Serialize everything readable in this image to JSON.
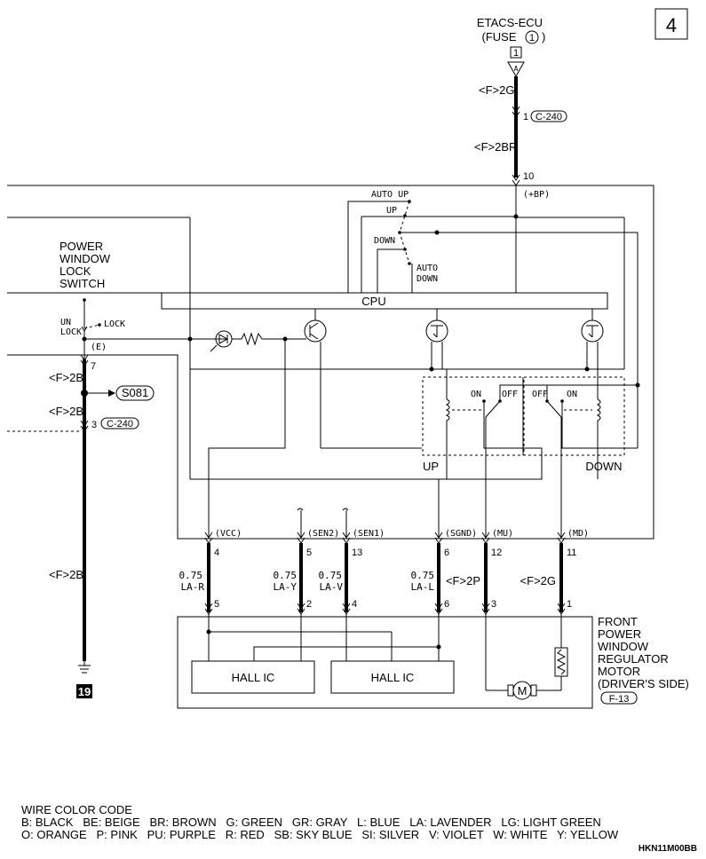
{
  "page_number": "4",
  "top": {
    "ecu": "ETACS-ECU",
    "fuse": "(FUSE",
    "fuse_num": "1",
    "fuse_close": ")",
    "terminal": "1",
    "terminal_letter": "A"
  },
  "wires": {
    "top1": "<F>2G",
    "c240_top": "1",
    "c240_label": "C-240",
    "top2": "<F>2BR",
    "pin10": "10",
    "bp": "(+BP)"
  },
  "switch": {
    "auto_up": "AUTO UP",
    "up": "UP",
    "down": "DOWN",
    "auto_down_1": "AUTO",
    "auto_down_2": "DOWN",
    "cpu": "CPU"
  },
  "lock_switch": {
    "title": [
      "POWER",
      "WINDOW",
      "LOCK",
      "SWITCH"
    ],
    "un": "UN",
    "lock_left": "LOCK",
    "lock_right": "LOCK",
    "e": "(E)"
  },
  "left": {
    "pin7": "7",
    "f2b_1": "<F>2B",
    "s081": "S081",
    "f2b_2": "<F>2B",
    "pin3": "3",
    "c240": "C-240",
    "f2b_3": "<F>2B",
    "ground": "19"
  },
  "relays": {
    "on1": "ON",
    "off1": "OFF",
    "off2": "OFF",
    "on2": "ON",
    "up": "UP",
    "down": "DOWN"
  },
  "connectors": [
    {
      "sig": "(VCC)",
      "ecu_pin": "4",
      "gauge": "0.75",
      "color": "LA-R",
      "motor_pin": "5"
    },
    {
      "sig": "(SEN2)",
      "ecu_pin": "5",
      "gauge": "0.75",
      "color": "LA-Y",
      "motor_pin": "2"
    },
    {
      "sig": "(SEN1)",
      "ecu_pin": "13",
      "gauge": "0.75",
      "color": "LA-V",
      "motor_pin": "4"
    },
    {
      "sig": "(SGND)",
      "ecu_pin": "6",
      "gauge": "0.75",
      "color": "LA-L",
      "motor_pin": "6"
    },
    {
      "sig": "(MU)",
      "ecu_pin": "12",
      "gauge": "",
      "color": "<F>2P",
      "motor_pin": "3"
    },
    {
      "sig": "(MD)",
      "ecu_pin": "11",
      "gauge": "",
      "color": "<F>2G",
      "motor_pin": "1"
    }
  ],
  "motor": {
    "title": [
      "FRONT",
      "POWER",
      "WINDOW",
      "REGULATOR",
      "MOTOR",
      "(DRIVER'S SIDE)"
    ],
    "connector": "F-13",
    "hall1": "HALL IC",
    "hall2": "HALL IC",
    "m": "M"
  },
  "legend": {
    "title": "WIRE COLOR CODE",
    "line1": "B: BLACK   BE: BEIGE   BR: BROWN   G: GREEN   GR: GRAY   L: BLUE   LA: LAVENDER   LG: LIGHT GREEN",
    "line2": "O: ORANGE   P: PINK   PU: PURPLE   R: RED   SB: SKY BLUE   SI: SILVER   V: VIOLET   W: WHITE   Y: YELLOW"
  },
  "code": "HKN11M00BB"
}
